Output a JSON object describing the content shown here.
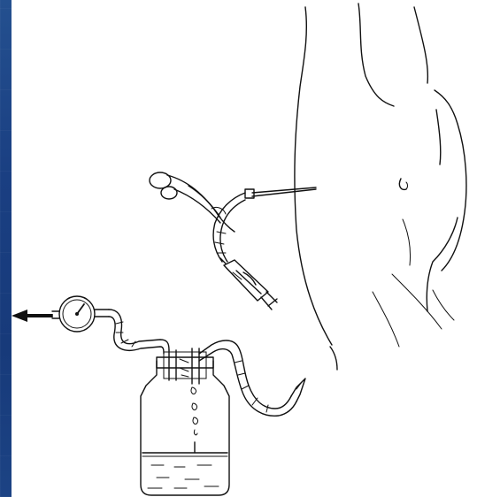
{
  "slide": {
    "background": "#1a3f82",
    "panel": "#ffffff"
  },
  "illustration": {
    "ink": "#111111",
    "parts": [
      "patient-torso",
      "navel",
      "clamp-forceps",
      "syringe",
      "catheter-tube",
      "vacuum-gauge",
      "suction-arrow",
      "collection-bottle",
      "drain-tube"
    ]
  }
}
